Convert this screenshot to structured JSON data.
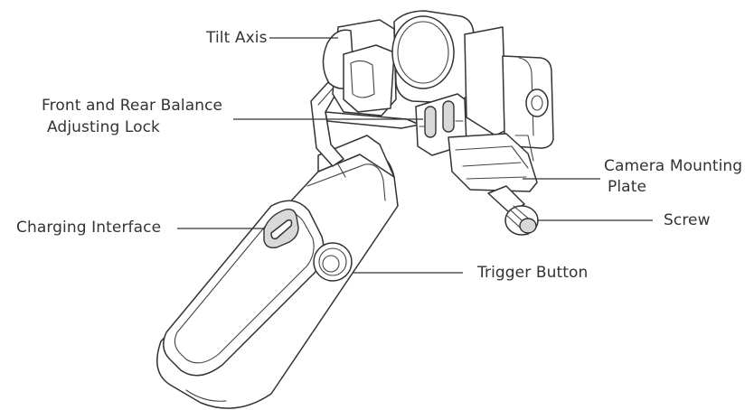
{
  "labels": {
    "tilt_axis": "Tilt Axis",
    "balance_lock_line1": "Front and Rear Balance",
    "balance_lock_line2": "Adjusting Lock",
    "camera_plate_line1": "Camera Mounting",
    "camera_plate_line2": "Plate",
    "screw": "Screw",
    "charging_interface": "Charging Interface",
    "trigger_button": "Trigger Button"
  }
}
